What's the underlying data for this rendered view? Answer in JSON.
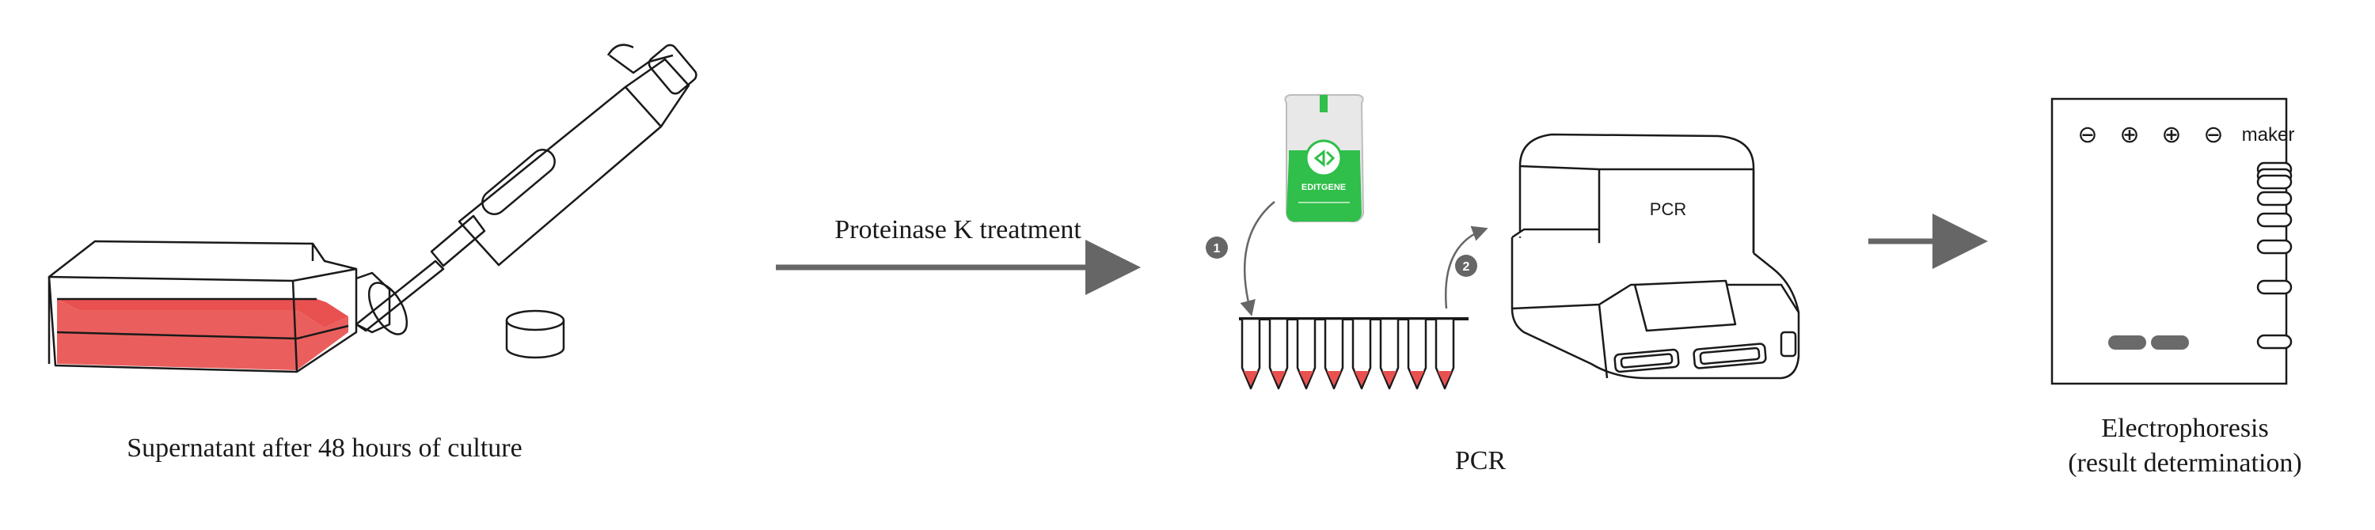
{
  "steps": {
    "culture": "Supernatant after 48 hours of culture",
    "treatment": "Proteinase K treatment",
    "pcr": "PCR",
    "electrophoresis_line1": "Electrophoresis",
    "electrophoresis_line2": "(result determination)"
  },
  "reagent_pack": {
    "brand": "EDITGENE"
  },
  "pcr_machine": {
    "label": "PCR"
  },
  "badges": {
    "first": "1",
    "second": "2"
  },
  "gel": {
    "lane_signs": [
      "⊖",
      "⊕",
      "⊕",
      "⊖"
    ],
    "marker_label": "maker"
  },
  "colors": {
    "medium": "#e8514f",
    "medium_light": "#f08a88",
    "arrow": "#666666",
    "pack_green": "#2fbf4a",
    "gel_band": "#6a6a6a"
  }
}
